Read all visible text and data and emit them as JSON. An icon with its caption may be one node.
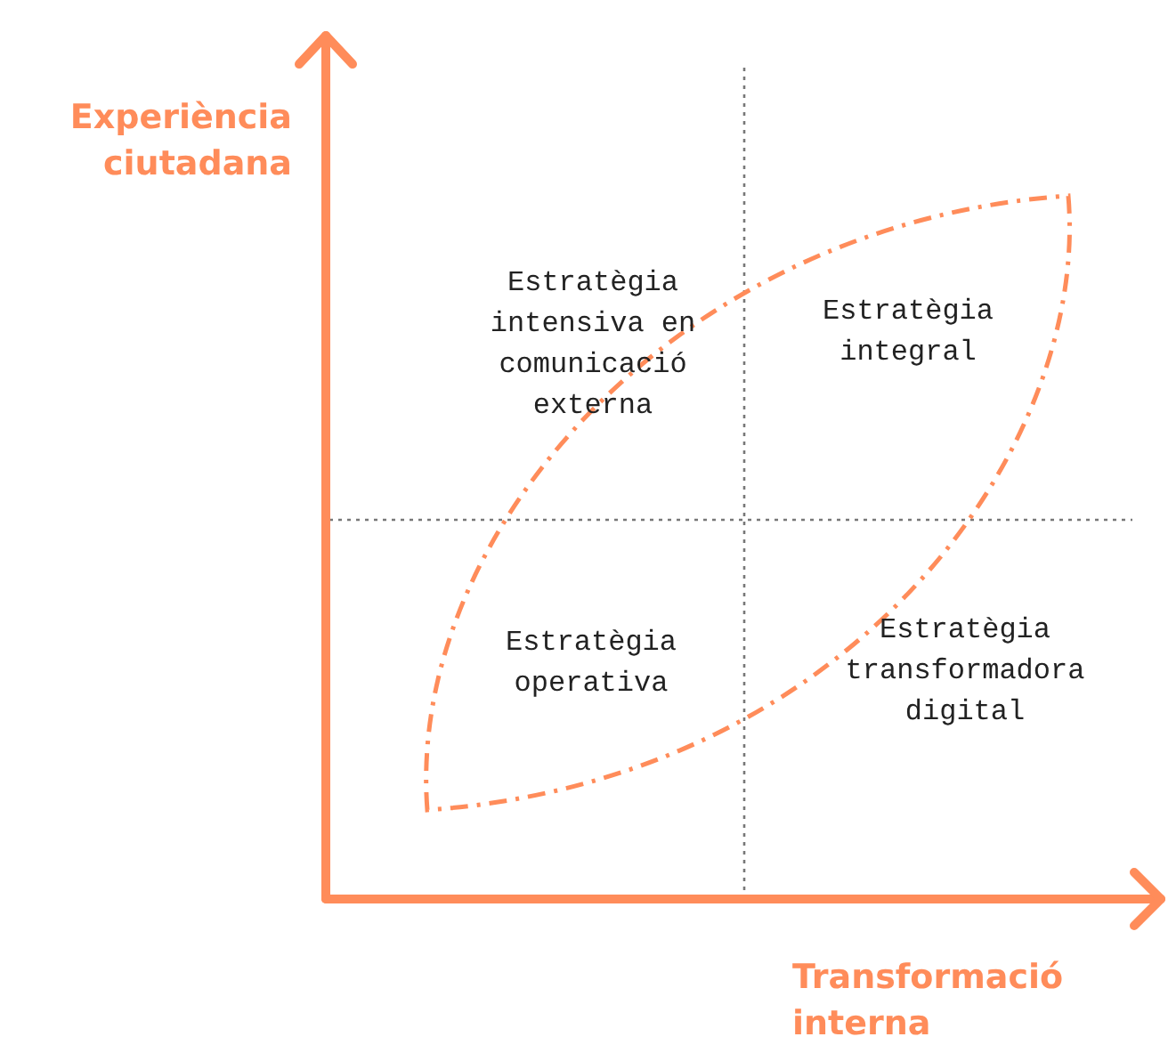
{
  "diagram": {
    "labels": [
      "Experiència ciutadana",
      "Estratègia intensiva en comunicació externa",
      "Estratègia integral",
      "Estratègia operativa",
      "Estratègia transformadora digital",
      "Transformació interna"
    ]
  }
}
